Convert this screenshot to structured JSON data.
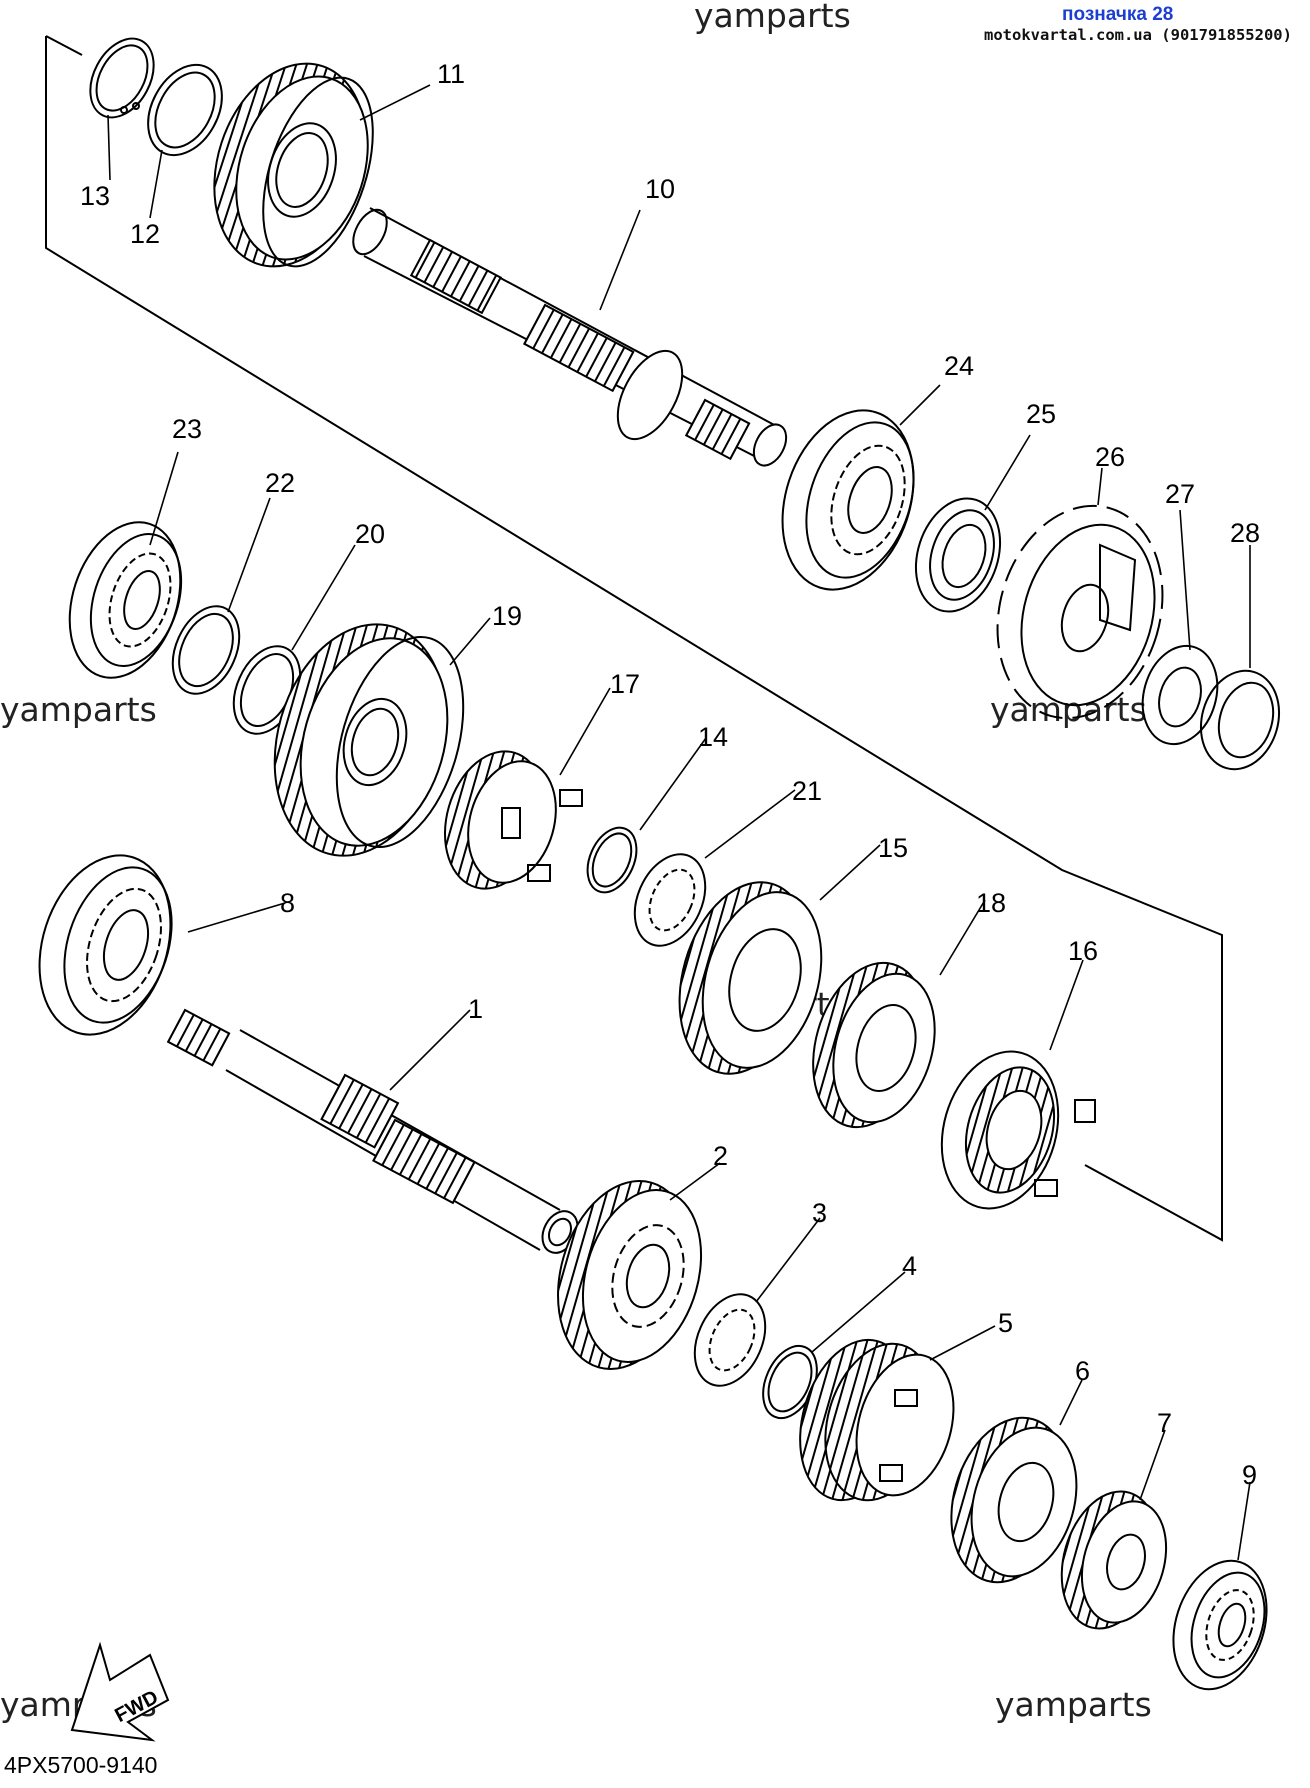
{
  "header": {
    "title": "позначка 28",
    "site": "motokvartal.com.ua (901791855200)"
  },
  "watermarks": [
    "yamparts",
    "yamparts",
    "yamparts",
    "yamparts",
    "yamparts",
    "yamparts"
  ],
  "fwd_label": "FWD",
  "diagram_code": "4PX5700-9140",
  "part_numbers": [
    "1",
    "2",
    "3",
    "4",
    "5",
    "6",
    "7",
    "8",
    "9",
    "10",
    "11",
    "12",
    "13",
    "14",
    "15",
    "16",
    "17",
    "18",
    "19",
    "20",
    "21",
    "22",
    "23",
    "24",
    "25",
    "26",
    "27",
    "28"
  ]
}
